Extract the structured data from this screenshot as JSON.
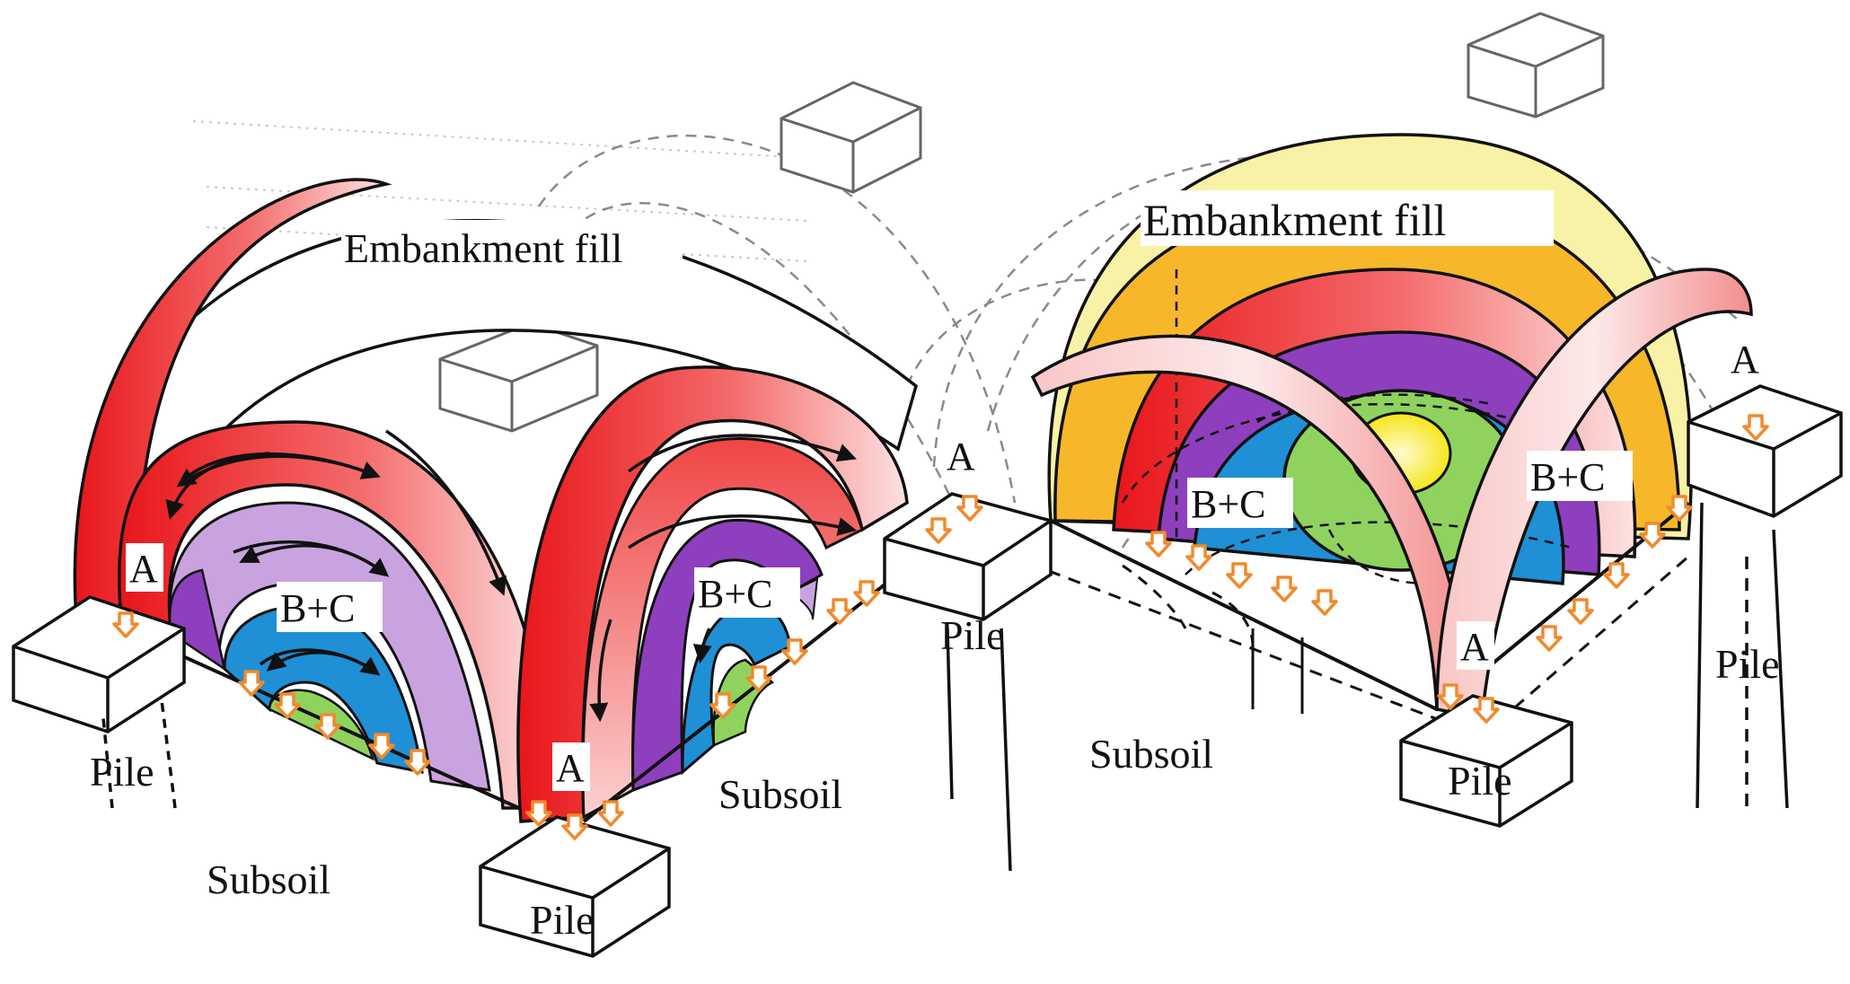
{
  "labels": {
    "embankment_fill": "Embankment fill",
    "pile": "Pile",
    "subsoil": "Subsoil",
    "arch_a": "A",
    "zone_bc": "B+C"
  },
  "colors": {
    "arch_red": "#ee2f2f",
    "arch_pink": "#f7b3b3",
    "zone_purple": "#8e3fbd",
    "zone_lavender": "#c9a3df",
    "zone_blue": "#1f8fd6",
    "zone_green": "#8fd35e",
    "zone_yellow": "#f7ec1f",
    "dome_orange": "#f7b72b",
    "dome_cream": "#f8f2a6",
    "arrow_orange": "#f08a2c",
    "outline": "#111111"
  }
}
